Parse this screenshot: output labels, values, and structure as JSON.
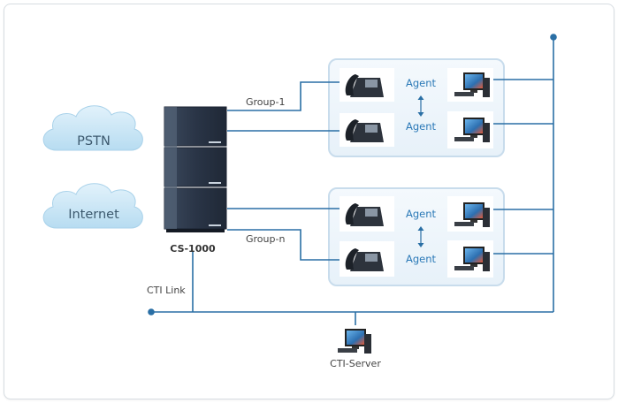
{
  "clouds": {
    "pstn": "PSTN",
    "internet": "Internet"
  },
  "switch": {
    "name": "CS-1000"
  },
  "groups": [
    {
      "label": "Group-1",
      "agents": [
        "Agent",
        "Agent"
      ]
    },
    {
      "label": "Group-n",
      "agents": [
        "Agent",
        "Agent"
      ]
    }
  ],
  "cti_link": "CTI Link",
  "cti_server": "CTI-Server",
  "colors": {
    "line": "#2a6fa5",
    "panel_border": "#c8dcec",
    "cloud": "#c8e4f5"
  }
}
